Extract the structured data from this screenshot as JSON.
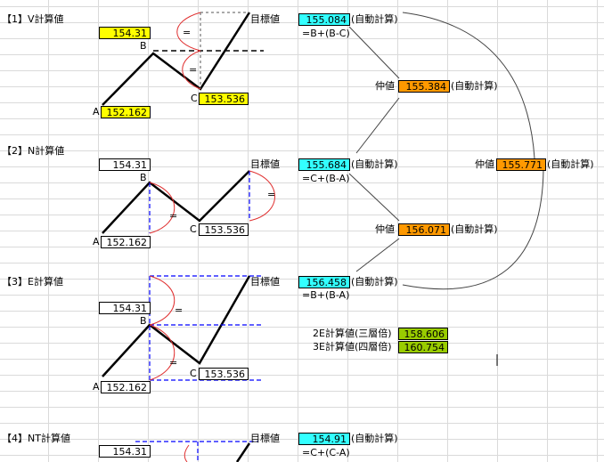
{
  "sections": {
    "v": {
      "title": "【1】V計算値",
      "top": "154.31",
      "a": "152.162",
      "c": "153.536",
      "target": "155.084",
      "formula": "=B+(B-C)"
    },
    "n": {
      "title": "【2】N計算値",
      "top": "154.31",
      "a": "152.162",
      "c": "153.536",
      "target": "155.684",
      "formula": "=C+(B-A)"
    },
    "e": {
      "title": "【3】E計算値",
      "top": "154.31",
      "a": "152.162",
      "c": "153.536",
      "target": "156.458",
      "formula": "=B+(B-A)"
    },
    "nt": {
      "title": "【4】NT計算値",
      "top": "154.31",
      "target": "154.91",
      "formula": "=C+(C-A)"
    }
  },
  "labels": {
    "target": "目標値",
    "auto": "(自動計算)",
    "mid": "仲値",
    "point_a": "A",
    "point_b": "B",
    "point_c": "C",
    "equal_mark": "="
  },
  "mids": {
    "vn": "155.384",
    "ne": "156.071",
    "overall": "155.771"
  },
  "extras": {
    "e2_label": "2E計算値(三層倍)",
    "e2_value": "158.606",
    "e3_label": "3E計算値(四層倍)",
    "e3_value": "160.754"
  },
  "colors": {
    "yellow": "#ffff00",
    "cyan": "#33ffff",
    "orange": "#ff9900",
    "green": "#99cc00",
    "dash_blue": "#0000ff",
    "curve_red": "#e03030"
  }
}
